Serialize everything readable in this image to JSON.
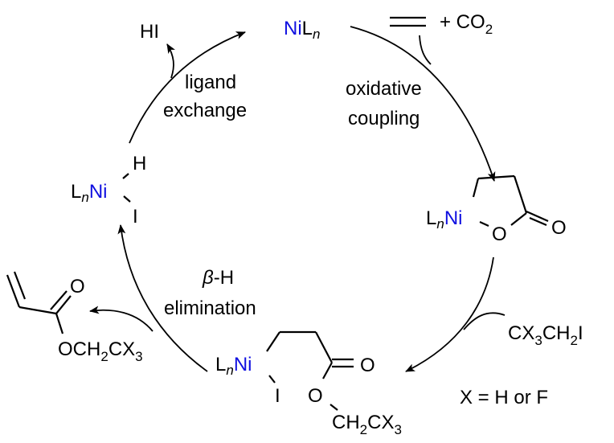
{
  "diagram": {
    "type": "catalytic-cycle",
    "colors": {
      "nickel": "#1010e0",
      "text": "#000000",
      "background": "#ffffff"
    },
    "species": {
      "catalyst": {
        "ni": "Ni",
        "l": "L",
        "n": "n"
      },
      "nickelalactone": {
        "l": "L",
        "n": "n",
        "ni": "Ni",
        "o_ring": "O",
        "o_carbonyl": "O"
      },
      "alkyl_nickel_ester": {
        "l": "L",
        "n": "n",
        "ni": "Ni",
        "i": "I",
        "o_carbonyl": "O",
        "o_ester": "O",
        "ch": "CH",
        "sub2": "2",
        "cx": "CX",
        "sub3": "3"
      },
      "nickel_hydride": {
        "l": "L",
        "n": "n",
        "ni": "Ni",
        "h": "H",
        "i": "I"
      },
      "acrylate_product": {
        "o_carbonyl": "O",
        "och": "OCH",
        "sub2": "2",
        "cx": "CX",
        "sub3": "3"
      }
    },
    "reagents": {
      "co2": {
        "prefix": "+ CO",
        "sub": "2"
      },
      "alkyl_iodide": {
        "cx": "CX",
        "sub3": "3",
        "ch": "CH",
        "sub2": "2",
        "i": "I"
      },
      "hi": "HI"
    },
    "steps": {
      "oxidative_coupling": [
        "oxidative",
        "coupling"
      ],
      "beta_h_elimination": {
        "beta": "β",
        "rest": "-H",
        "line2": "elimination"
      },
      "ligand_exchange": [
        "ligand",
        "exchange"
      ]
    },
    "note": "X = H or F"
  }
}
